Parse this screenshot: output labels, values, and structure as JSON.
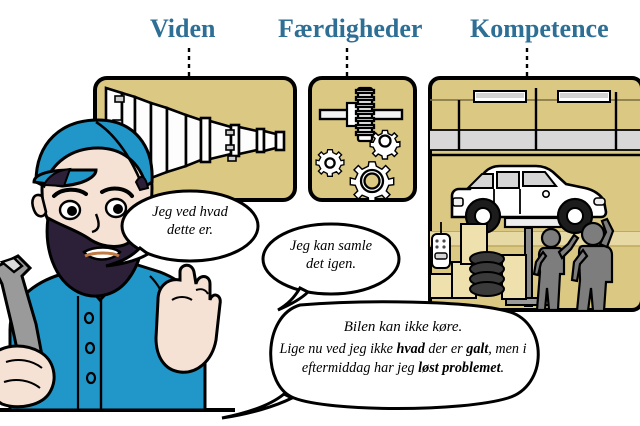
{
  "figure": {
    "title_row": {
      "headings": [
        {
          "id": "viden",
          "label": "Viden"
        },
        {
          "id": "faerdigheder",
          "label": "Færdigheder"
        },
        {
          "id": "kompetence",
          "label": "Kompetence"
        }
      ]
    },
    "panels": [
      {
        "id": "panel-viden",
        "heading_ref": "Viden",
        "content_name": "jet-engine-turbine-illustration",
        "background_color": "#dbc983"
      },
      {
        "id": "panel-faerdigheder",
        "heading_ref": "Færdigheder",
        "content_name": "gears-and-shaft-illustration",
        "background_color": "#dbc983"
      },
      {
        "id": "panel-kompetence",
        "heading_ref": "Kompetence",
        "content_name": "garage-workshop-with-car-on-lift",
        "background_color": "#dbc983"
      }
    ],
    "speech_bubbles": [
      {
        "id": "bubble-viden",
        "lines": [
          "Jeg ved hvad",
          "dette er."
        ],
        "emphasis": []
      },
      {
        "id": "bubble-faerdigheder",
        "lines": [
          "Jeg kan samle",
          "det igen."
        ],
        "emphasis": []
      },
      {
        "id": "bubble-kompetence",
        "line1": "Bilen kan ikke køre.",
        "rest_segments": [
          {
            "text": "Lige nu ved jeg ikke ",
            "bold": false
          },
          {
            "text": "hvad",
            "bold": true
          },
          {
            "text": " der er ",
            "bold": false
          },
          {
            "text": "galt",
            "bold": true
          },
          {
            "text": ", men i eftermiddag har jeg ",
            "bold": false
          },
          {
            "text": "løst problemet",
            "bold": true
          },
          {
            "text": ".",
            "bold": false
          }
        ]
      }
    ],
    "character": {
      "name": "mechanic-character",
      "description_items": [
        "blue-cap",
        "dark-beard",
        "blue-work-shirt",
        "raised-open-hand",
        "wrench-in-hand"
      ],
      "colors": {
        "cap": "#2196c8",
        "shirt": "#2196c8",
        "skin": "#f6e2d5",
        "beard": "#2b2038",
        "wrench": "#9a9a9a"
      }
    },
    "garage_scene": {
      "car_color": "#ffffff",
      "figure_color": "#7d7d7d",
      "tire_color": "#3a3a3a",
      "lamp_color": "#ffffff",
      "floor_band_color": "#d8d8d8"
    },
    "colors": {
      "heading": "#2e6f96",
      "panel_fill": "#dbc983",
      "outline": "#000000",
      "bubble_fill": "#ffffff"
    }
  }
}
